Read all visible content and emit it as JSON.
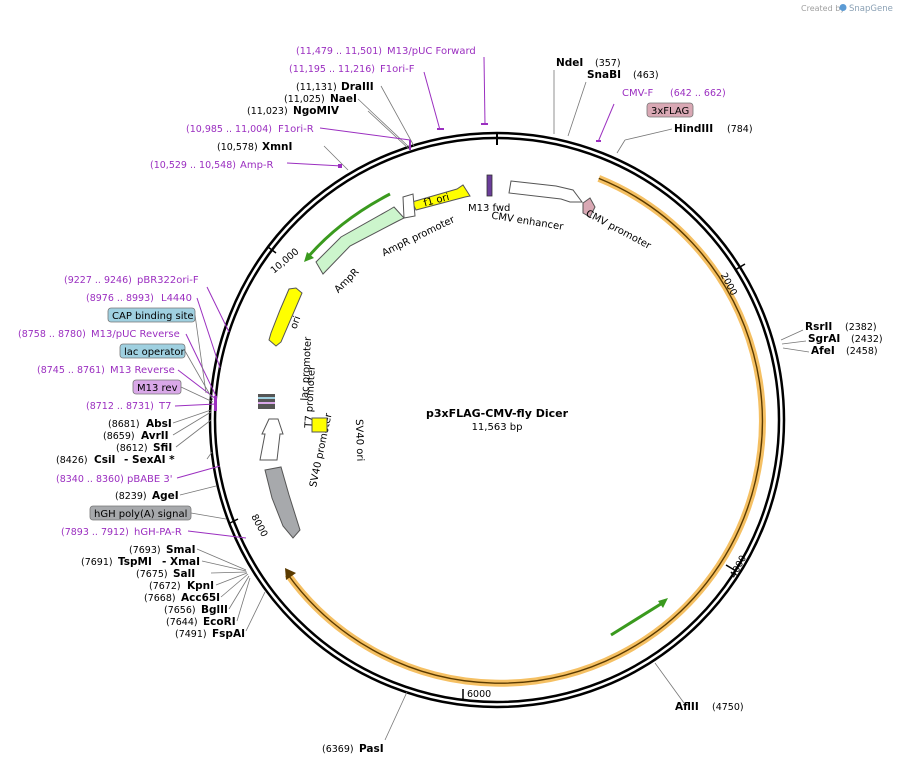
{
  "watermark": {
    "created_by": "Created by",
    "brand": "SnapGene"
  },
  "plasmid": {
    "name": "p3xFLAG-CMV-fly Dicer",
    "size_label": "11,563 bp"
  },
  "ticks": [
    "2000",
    "4000",
    "6000",
    "8000",
    "10,000"
  ],
  "sites_top": [
    {
      "name": "NdeI",
      "pos": "(357)"
    },
    {
      "name": "SnaBI",
      "pos": "(463)"
    },
    {
      "name": "HindIII",
      "pos": "(784)"
    }
  ],
  "sites_right": [
    {
      "name": "RsrII",
      "pos": "(2382)"
    },
    {
      "name": "SgrAI",
      "pos": "(2432)"
    },
    {
      "name": "AfeI",
      "pos": "(2458)"
    },
    {
      "name": "AflII",
      "pos": "(4750)"
    }
  ],
  "sites_bottom": [
    {
      "name": "PasI",
      "pos": "(6369)"
    }
  ],
  "sites_left_top": [
    {
      "name": "DraIII",
      "pos": "(11,131)"
    },
    {
      "name": "NaeI",
      "pos": "(11,025)"
    },
    {
      "name": "NgoMIV",
      "pos": "(11,023)"
    },
    {
      "name": "XmnI",
      "pos": "(10,578)"
    }
  ],
  "sites_left_mid": [
    {
      "name": "AbsI",
      "pos": "(8681)"
    },
    {
      "name": "AvrII",
      "pos": "(8659)"
    },
    {
      "name": "SfiI",
      "pos": "(8612)"
    },
    {
      "name": "CsiI",
      "pos": "(8426)",
      "extra": "- SexAI *"
    },
    {
      "name": "AgeI",
      "pos": "(8239)"
    }
  ],
  "sites_left_bottom": [
    {
      "name": "SmaI",
      "pos": "(7693)"
    },
    {
      "name": "TspMI",
      "pos": "(7691)",
      "extra": "- XmaI"
    },
    {
      "name": "SalI",
      "pos": "(7675)"
    },
    {
      "name": "KpnI",
      "pos": "(7672)"
    },
    {
      "name": "Acc65I",
      "pos": "(7668)"
    },
    {
      "name": "BglII",
      "pos": "(7656)"
    },
    {
      "name": "EcoRI",
      "pos": "(7644)"
    },
    {
      "name": "FspAI",
      "pos": "(7491)"
    }
  ],
  "primers": [
    {
      "name": "M13/pUC Forward",
      "pos": "(11,479 .. 11,501)"
    },
    {
      "name": "F1ori-F",
      "pos": "(11,195 .. 11,216)"
    },
    {
      "name": "F1ori-R",
      "pos": "(10,985 .. 11,004)"
    },
    {
      "name": "Amp-R",
      "pos": "(10,529 .. 10,548)"
    },
    {
      "name": "CMV-F",
      "pos": "(642 .. 662)"
    },
    {
      "name": "pBR322ori-F",
      "pos": "(9227 .. 9246)"
    },
    {
      "name": "L4440",
      "pos": "(8976 .. 8993)"
    },
    {
      "name": "M13/pUC Reverse",
      "pos": "(8758 .. 8780)"
    },
    {
      "name": "M13 Reverse",
      "pos": "(8745 .. 8761)"
    },
    {
      "name": "T7",
      "pos": "(8712 .. 8731)"
    },
    {
      "name": "pBABE 3'",
      "pos": "(8340 .. 8360)"
    },
    {
      "name": "hGH-PA-R",
      "pos": "(7893 .. 7912)"
    }
  ],
  "boxed_labels": [
    "3xFLAG",
    "CAP binding site",
    "lac operator",
    "M13 rev",
    "hGH poly(A) signal"
  ],
  "features": {
    "f1_ori": "f1 ori",
    "m13_fwd": "M13 fwd",
    "cmv_enhancer": "CMV enhancer",
    "cmv_promoter": "CMV promoter",
    "ampr_promoter": "AmpR promoter",
    "ampr": "AmpR",
    "ori": "ori",
    "lac_promoter": "lac promoter",
    "t7_promoter": "T7 promoter",
    "sv40_promoter": "SV40 promoter",
    "sv40_ori": "SV40 ori"
  },
  "colors": {
    "primer": "#9b2fc0",
    "cds_orange": "#f5c063",
    "ori_yellow": "#ffff00",
    "ampr_green": "#ccf5cc",
    "arrow_green": "#3a9a1e",
    "cap_blue": "#9fd0e0",
    "flag_pink": "#d9a8b4",
    "m13rev_purple": "#d9a8e8",
    "polya_gray": "#a7a9ac"
  }
}
